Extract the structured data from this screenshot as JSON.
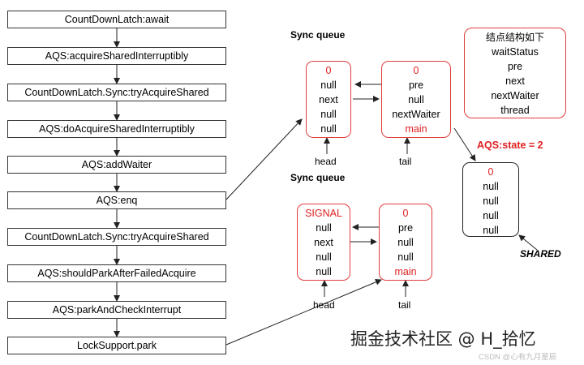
{
  "flow_steps": [
    "CountDownLatch:await",
    "AQS:acquireSharedInterruptibly",
    "CountDownLatch.Sync:tryAcquireShared",
    "AQS:doAcquireSharedInterruptibly",
    "AQS:addWaiter",
    "AQS:enq",
    "CountDownLatch.Sync:tryAcquireShared",
    "AQS:shouldParkAfterFailedAcquire",
    "AQS:parkAndCheckInterrupt",
    "LockSupport.park"
  ],
  "queue1": {
    "title": "Sync queue",
    "head_node": [
      "0",
      "null",
      "next",
      "null",
      "null"
    ],
    "tail_node": [
      "0",
      "pre",
      "null",
      "nextWaiter",
      "main"
    ],
    "head_label": "head",
    "tail_label": "tail"
  },
  "queue2": {
    "title": "Sync queue",
    "head_node": [
      "SIGNAL",
      "null",
      "next",
      "null",
      "null"
    ],
    "tail_node": [
      "0",
      "pre",
      "null",
      "null",
      "main"
    ],
    "head_label": "head",
    "tail_label": "tail"
  },
  "state_label": "AQS:state = 2",
  "shared_node": [
    "0",
    "null",
    "null",
    "null",
    "null"
  ],
  "shared_label": "SHARED",
  "legend": {
    "title": "结点结构如下",
    "fields": [
      "waitStatus",
      "pre",
      "next",
      "nextWaiter",
      "thread"
    ]
  },
  "watermark": "掘金技术社区 @ H_拾忆",
  "csdn_watermark": "CSDN @心有九月星辰",
  "colors": {
    "accent_red": "#e03c3c",
    "text_red": "#e02020",
    "border_dark": "#333333"
  }
}
